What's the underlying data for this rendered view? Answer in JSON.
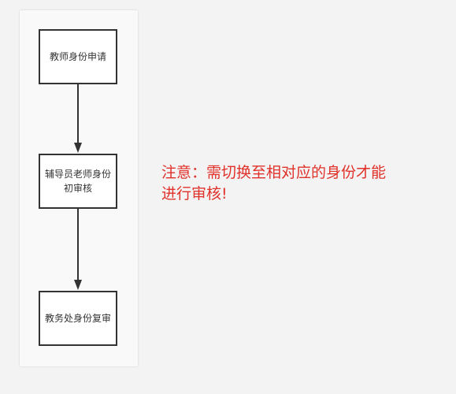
{
  "flow": {
    "steps": [
      {
        "label": "教师身份申请"
      },
      {
        "label": "辅导员老师身份初审核"
      },
      {
        "label": "教务处身份复审"
      }
    ]
  },
  "note": {
    "text": "注意：需切换至相对应的身份才能进行审核!",
    "color": "#e0312a"
  }
}
